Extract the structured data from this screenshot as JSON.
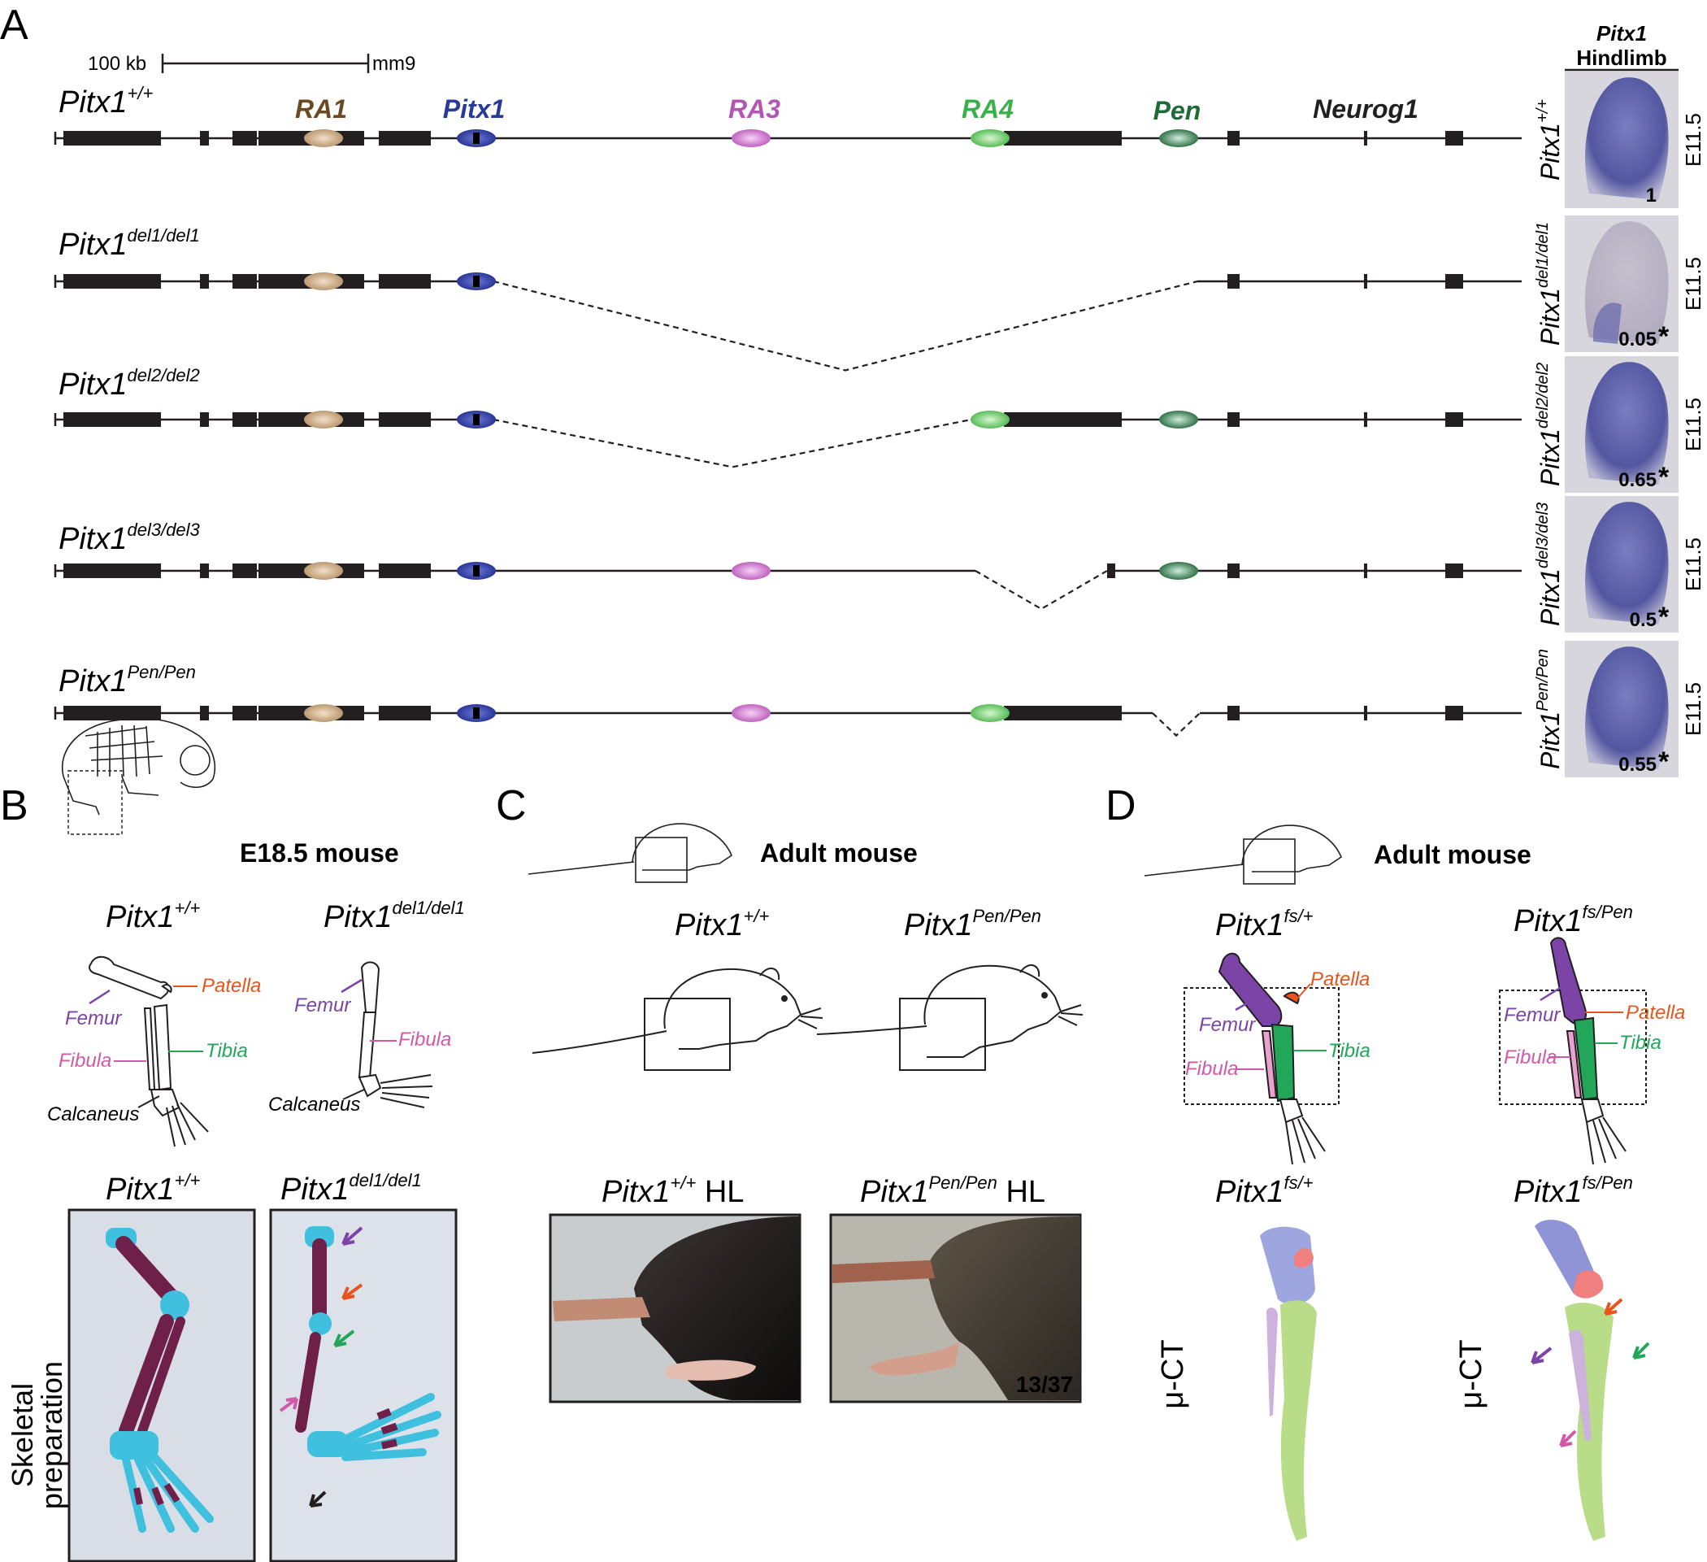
{
  "panels": {
    "A": "A",
    "B": "B",
    "C": "C",
    "D": "D"
  },
  "scale_bar": {
    "label": "100 kb",
    "assembly": "mm9"
  },
  "elements": {
    "RA1": {
      "label": "RA1",
      "color": "#6b4a22"
    },
    "Pitx1": {
      "label": "Pitx1",
      "color": "#2a3a9a"
    },
    "RA3": {
      "label": "RA3",
      "color": "#b455b4"
    },
    "RA4": {
      "label": "RA4",
      "color": "#3ab04a"
    },
    "Pen": {
      "label": "Pen",
      "color": "#1f6b35"
    },
    "Neurog1": {
      "label": "Neurog1",
      "color": "#231f20"
    }
  },
  "genotypes": [
    {
      "base": "Pitx1",
      "sup": "+/+",
      "value": "1",
      "stage": "E11.5",
      "star": ""
    },
    {
      "base": "Pitx1",
      "sup": "del1/del1",
      "value": "0.05",
      "stage": "E11.5",
      "star": "*"
    },
    {
      "base": "Pitx1",
      "sup": "del2/del2",
      "value": "0.65",
      "stage": "E11.5",
      "star": "*"
    },
    {
      "base": "Pitx1",
      "sup": "del3/del3",
      "value": "0.5",
      "stage": "E11.5",
      "star": "*"
    },
    {
      "base": "Pitx1",
      "sup": "Pen/Pen",
      "value": "0.55",
      "stage": "E11.5",
      "star": "*"
    }
  ],
  "hindlimb_header": {
    "line1": "Pitx1",
    "line2": "Hindlimb"
  },
  "panel_B": {
    "title": "E18.5 mouse",
    "geno_wt": {
      "base": "Pitx1",
      "sup": "+/+"
    },
    "geno_mut": {
      "base": "Pitx1",
      "sup": "del1/del1"
    },
    "bones": {
      "femur": "Femur",
      "patella": "Patella",
      "tibia": "Tibia",
      "fibula": "Fibula",
      "calcaneus": "Calcaneus"
    },
    "prep_label_1": "Skeletal",
    "prep_label_2": "preparation"
  },
  "panel_C": {
    "title": "Adult mouse",
    "geno_wt": {
      "base": "Pitx1",
      "sup": "+/+"
    },
    "geno_mut": {
      "base": "Pitx1",
      "sup": "Pen/Pen"
    },
    "photo_wt": {
      "base": "Pitx1",
      "sup": "+/+",
      "suffix": " HL"
    },
    "photo_mut": {
      "base": "Pitx1",
      "sup": "Pen/Pen",
      "suffix": " HL"
    },
    "count": "13/37"
  },
  "panel_D": {
    "title": "Adult mouse",
    "geno_het": {
      "base": "Pitx1",
      "sup": "fs/+"
    },
    "geno_mut": {
      "base": "Pitx1",
      "sup": "fs/Pen"
    },
    "bones": {
      "femur": "Femur",
      "patella": "Patella",
      "tibia": "Tibia",
      "fibula": "Fibula"
    },
    "uct": "μ-CT"
  },
  "colors": {
    "femur": "#7b44a6",
    "patella": "#e8541e",
    "tibia": "#22a65a",
    "fibula": "#d15aa8",
    "cartilage": "#3fc0de",
    "bone_stain": "#6e1f4a"
  }
}
